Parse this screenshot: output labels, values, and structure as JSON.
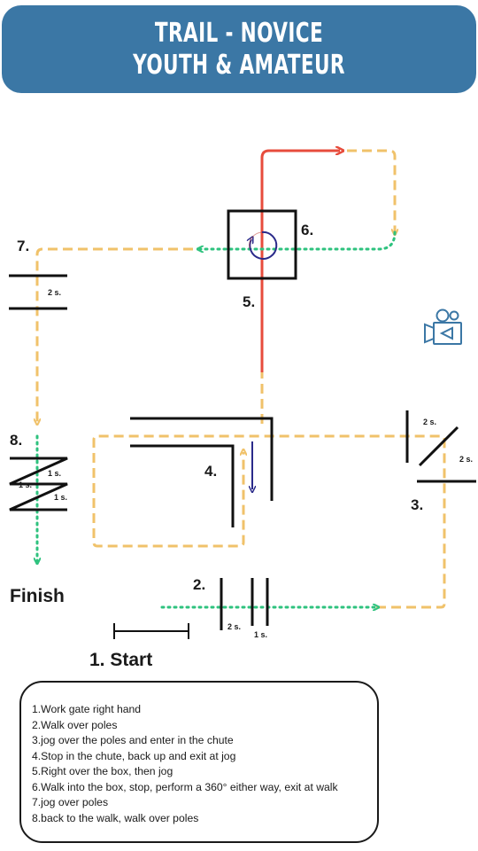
{
  "header": {
    "title_line1": "TRAIL - NOVICE",
    "title_line2": "YOUTH & AMATEUR",
    "background": "#3b77a5"
  },
  "colors": {
    "jog": "#f0c26a",
    "walk": "#2ec27e",
    "lope_right": "#e74c3c",
    "back_up": "#2a2a8a",
    "obstacle": "#111111",
    "icon": "#3b77a5"
  },
  "course": {
    "start_label": "1. Start",
    "finish_label": "Finish",
    "obstacles": [
      {
        "number": "2.",
        "name": "walk-over-poles",
        "spacing": [
          "2 s.",
          "1 s."
        ]
      },
      {
        "number": "3.",
        "name": "jog-over-poles",
        "spacing": [
          "2 s.",
          "2 s."
        ]
      },
      {
        "number": "4.",
        "name": "chute"
      },
      {
        "number": "5.",
        "name": "lope-right"
      },
      {
        "number": "6.",
        "name": "box"
      },
      {
        "number": "7.",
        "name": "jog-poles",
        "spacing": [
          "2 s."
        ]
      },
      {
        "number": "8.",
        "name": "walk-poles-zigzag",
        "spacing": [
          "1 s.",
          "1 s.",
          "1 s."
        ]
      }
    ],
    "camera_icon": "video-camera-icon"
  },
  "legend": {
    "items": [
      "1.Work gate right hand",
      "2.Walk over poles",
      "3.jog over the poles and enter in the chute",
      "4.Stop in the chute, back up and exit at jog",
      "5.Right over the box, then jog",
      "6.Walk into the box, stop, perform a 360° either way, exit at walk",
      "7.jog over poles",
      "8.back to the walk, walk over poles"
    ]
  }
}
